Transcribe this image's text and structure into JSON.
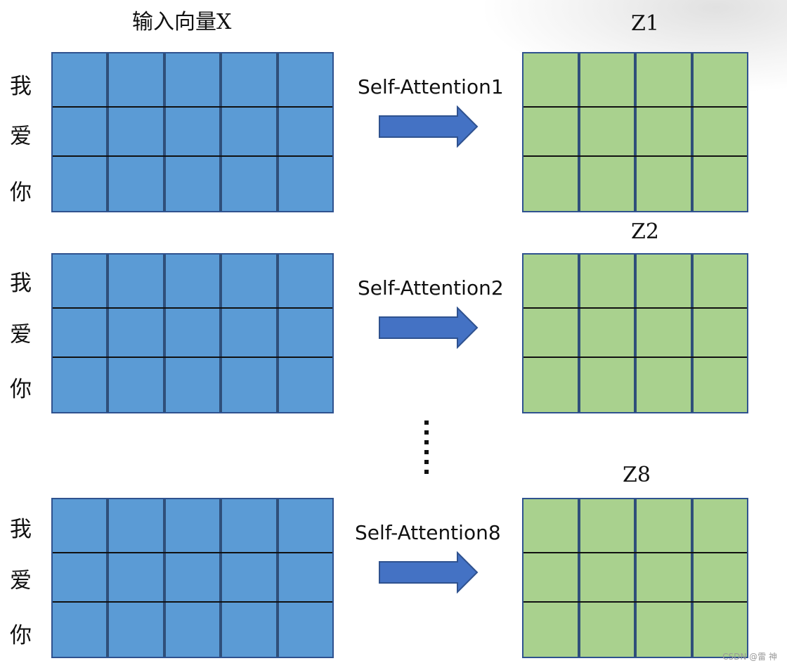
{
  "title": "输入向量X",
  "tokens": [
    "我",
    "爱",
    "你"
  ],
  "heads": [
    {
      "attention_label": "Self-Attention1",
      "output_label": "Z1"
    },
    {
      "attention_label": "Self-Attention2",
      "output_label": "Z2"
    },
    {
      "attention_label": "Self-Attention8",
      "output_label": "Z8"
    }
  ],
  "input_matrix": {
    "rows": 3,
    "cols": 5,
    "color": "#5b9bd5"
  },
  "output_matrix": {
    "rows": 3,
    "cols": 4,
    "color": "#a9d18e"
  },
  "arrow_color": "#4472c4",
  "watermark": "CSDN @雷 神"
}
